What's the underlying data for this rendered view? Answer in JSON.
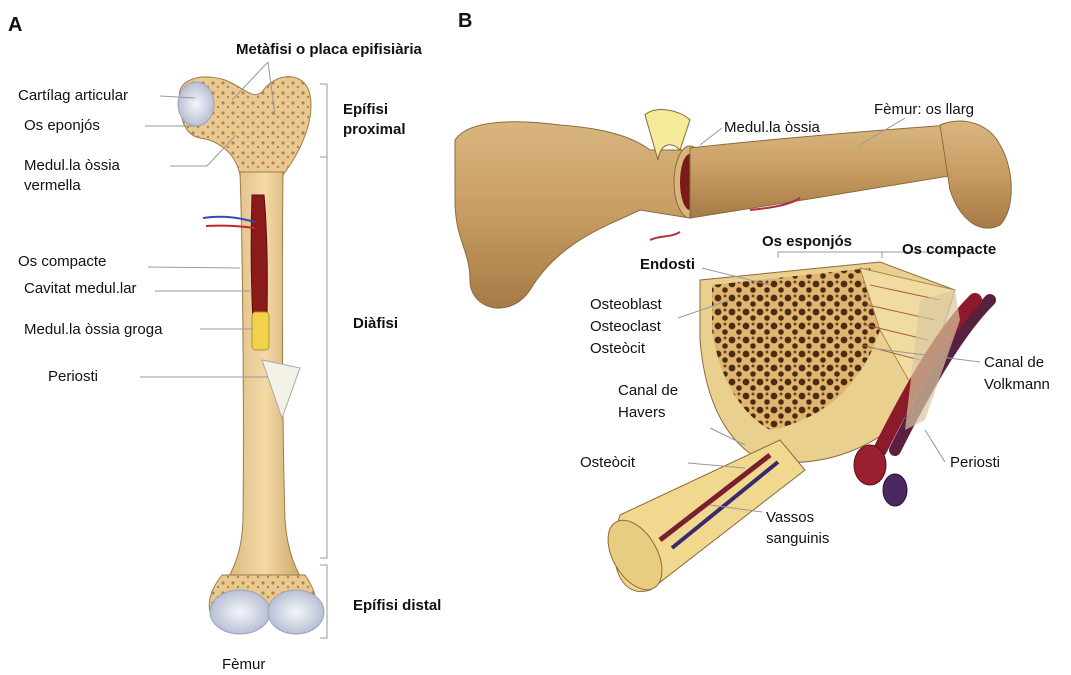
{
  "panels": {
    "a": "A",
    "b": "B"
  },
  "panel_a": {
    "cartilag": "Cartílag articular",
    "os_eponjos": "Os eponjós",
    "medulla_vermella": [
      "Medul.la òssia",
      "vermella"
    ],
    "os_compacte": "Os compacte",
    "cavitat": "Cavitat medul.lar",
    "medulla_groga": "Medul.la òssia groga",
    "periosti": "Periosti",
    "metafisi": "Metàfisi o placa epifisiària",
    "epifisi_proximal": [
      "Epífisi",
      "proximal"
    ],
    "diafisi": "Diàfisi",
    "epifisi_distal": "Epífisi distal",
    "femur": "Fèmur"
  },
  "panel_b": {
    "femur_llarg": "Fèmur: os llarg",
    "medulla_ossia": "Medul.la òssia",
    "os_esponjos": "Os esponjós",
    "os_compacte": "Os compacte",
    "endosti": "Endosti",
    "cells": [
      "Osteoblast",
      "Osteoclast",
      "Osteòcit"
    ],
    "canal_volkmann": [
      "Canal de",
      "Volkmann"
    ],
    "canal_havers": [
      "Canal de",
      "Havers"
    ],
    "osteocit": "Osteòcit",
    "periosti": "Periosti",
    "vassos": [
      "Vassos",
      "sanguinis"
    ]
  },
  "colors": {
    "bone": "#e8c88e",
    "bone_dark": "#c9a066",
    "cartilage": "#cfd6e6",
    "marrow_red": "#8b1a1a",
    "marrow_yellow": "#f1d24a",
    "vessel": "#7a1f2e",
    "bracket": "#999999"
  }
}
